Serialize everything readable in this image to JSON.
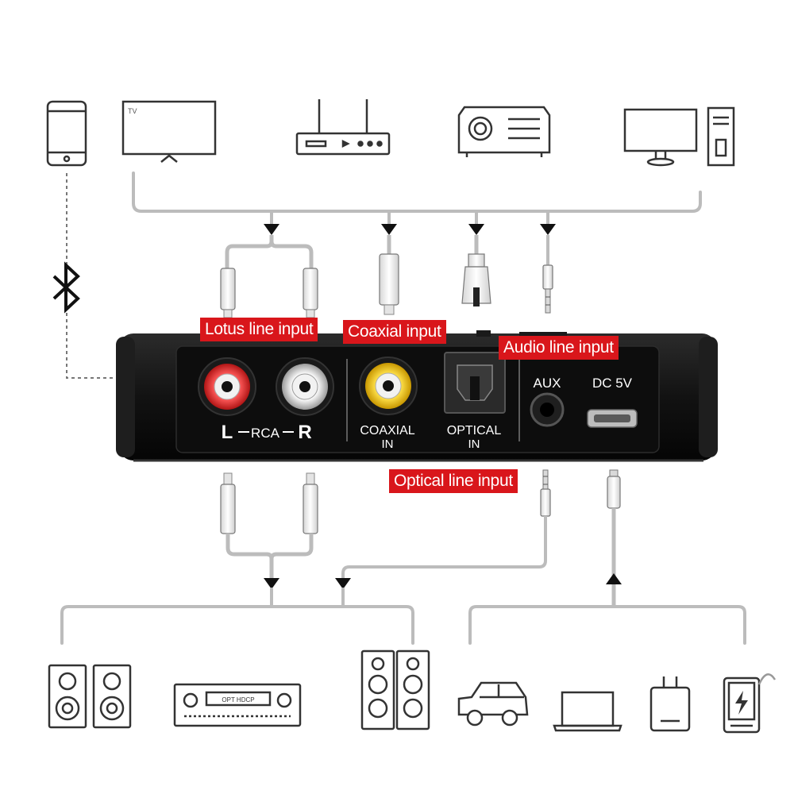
{
  "labels": {
    "lotus_line_input": "Lotus line input",
    "coaxial_input": "Coaxial input",
    "audio_line_input": "Audio line input",
    "optical_line_input": "Optical line input"
  },
  "panel": {
    "rca_left": "L",
    "rca_mid": "RCA",
    "rca_right": "R",
    "coaxial_line1": "COAXIAL",
    "coaxial_line2": "IN",
    "optical_line1": "OPTICAL",
    "optical_line2": "IN",
    "aux": "AUX",
    "dc": "DC 5V"
  },
  "devices": {
    "tv_label": "TV",
    "receiver_display": "OPT  HDCP"
  },
  "icons": {
    "input_devices": [
      "phone-icon",
      "tv-icon",
      "router-icon",
      "projector-icon",
      "desktop-pc-icon"
    ],
    "output_devices": [
      "bookshelf-speakers-icon",
      "av-receiver-icon",
      "tower-speakers-icon",
      "car-icon",
      "laptop-icon",
      "usb-charger-icon",
      "power-bank-icon"
    ],
    "wireless": "bluetooth-icon"
  },
  "colors": {
    "callout_red": "#d9161b",
    "line_gray": "#bcbcbc",
    "device_body": "#151515",
    "rca_red": "#e02b2b",
    "rca_white": "#d8d8d8",
    "coax_yellow": "#f2c400"
  }
}
